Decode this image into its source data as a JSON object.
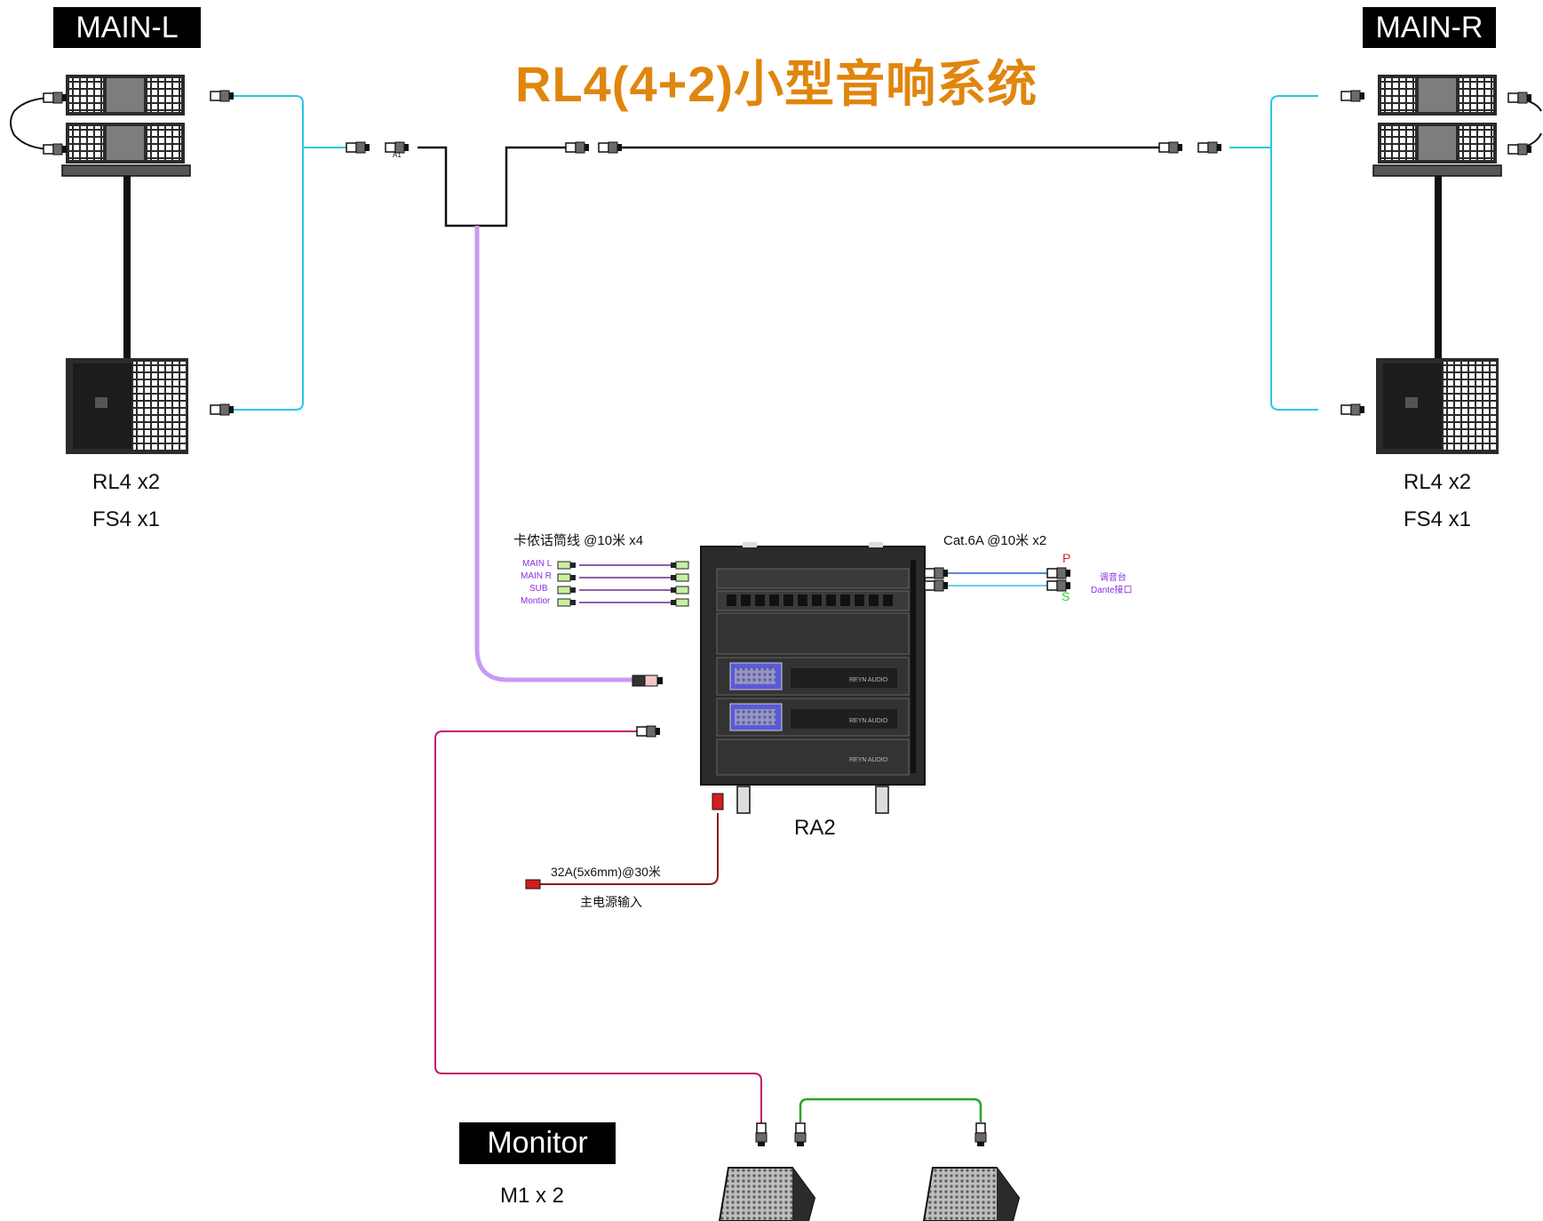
{
  "title": "RL4(4+2)小型音响系统",
  "main_left": {
    "label": "MAIN-L",
    "line1": "RL4 x2",
    "line2": "FS4 x1"
  },
  "main_right": {
    "label": "MAIN-R",
    "line1": "RL4 x2",
    "line2": "FS4 x1"
  },
  "connector_a1": "A1",
  "mic_cable": {
    "label": "卡侬话筒线 @10米 x4",
    "channels": [
      "MAIN L",
      "MAIN R",
      "SUB",
      "Montior"
    ]
  },
  "cat6": {
    "label": "Cat.6A @10米 x2",
    "primary": "P",
    "secondary": "S",
    "dest_line1": "调音台",
    "dest_line2": "Dante接口"
  },
  "rack": {
    "label": "RA2",
    "brand": "REYN AUDIO"
  },
  "power": {
    "cable": "32A(5x6mm)@30米",
    "desc": "主电源输入"
  },
  "monitor": {
    "label": "Monitor",
    "count": "M1 x 2"
  },
  "colors": {
    "title": "#E0860E",
    "cyan": "#2EC4E6",
    "lilac": "#C79BF2",
    "magenta": "#C2186B",
    "darkred": "#8B1A1A",
    "green": "#2AA52A",
    "blue": "#2A5BD7"
  }
}
